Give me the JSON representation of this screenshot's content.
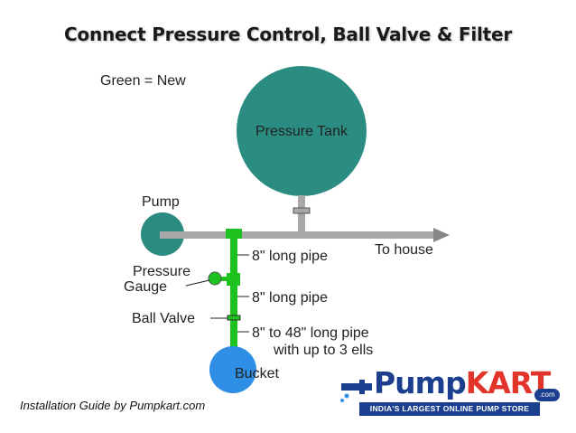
{
  "slide": {
    "title": "Connect Pressure Control, Ball Valve & Filter",
    "caption": "Installation Guide by Pumpkart.com"
  },
  "diagram": {
    "legend": "Green = New",
    "labels": {
      "pressure_tank": "Pressure Tank",
      "pump": "Pump",
      "pressure_gauge_line1": "Pressure",
      "pressure_gauge_line2": "Gauge",
      "ball_valve": "Ball Valve",
      "bucket": "Bucket",
      "to_house": "To house",
      "pipe_1": "8\" long pipe",
      "pipe_2": "8\" long pipe",
      "pipe_3_line1": "8\" to 48\" long pipe",
      "pipe_3_line2": "with up to 3 ells"
    },
    "colors": {
      "tank": "#2b8c82",
      "pipe": "#a8a8a8",
      "new_parts": "#1ec21e",
      "bucket": "#2f8fe6"
    }
  },
  "logo": {
    "brand_part1": "Pump",
    "brand_part2": "KART",
    "com": ".com",
    "tagline": "INDIA'S LARGEST ONLINE PUMP STORE",
    "colors": {
      "blue": "#1b3f8e",
      "red": "#e2342b"
    }
  }
}
